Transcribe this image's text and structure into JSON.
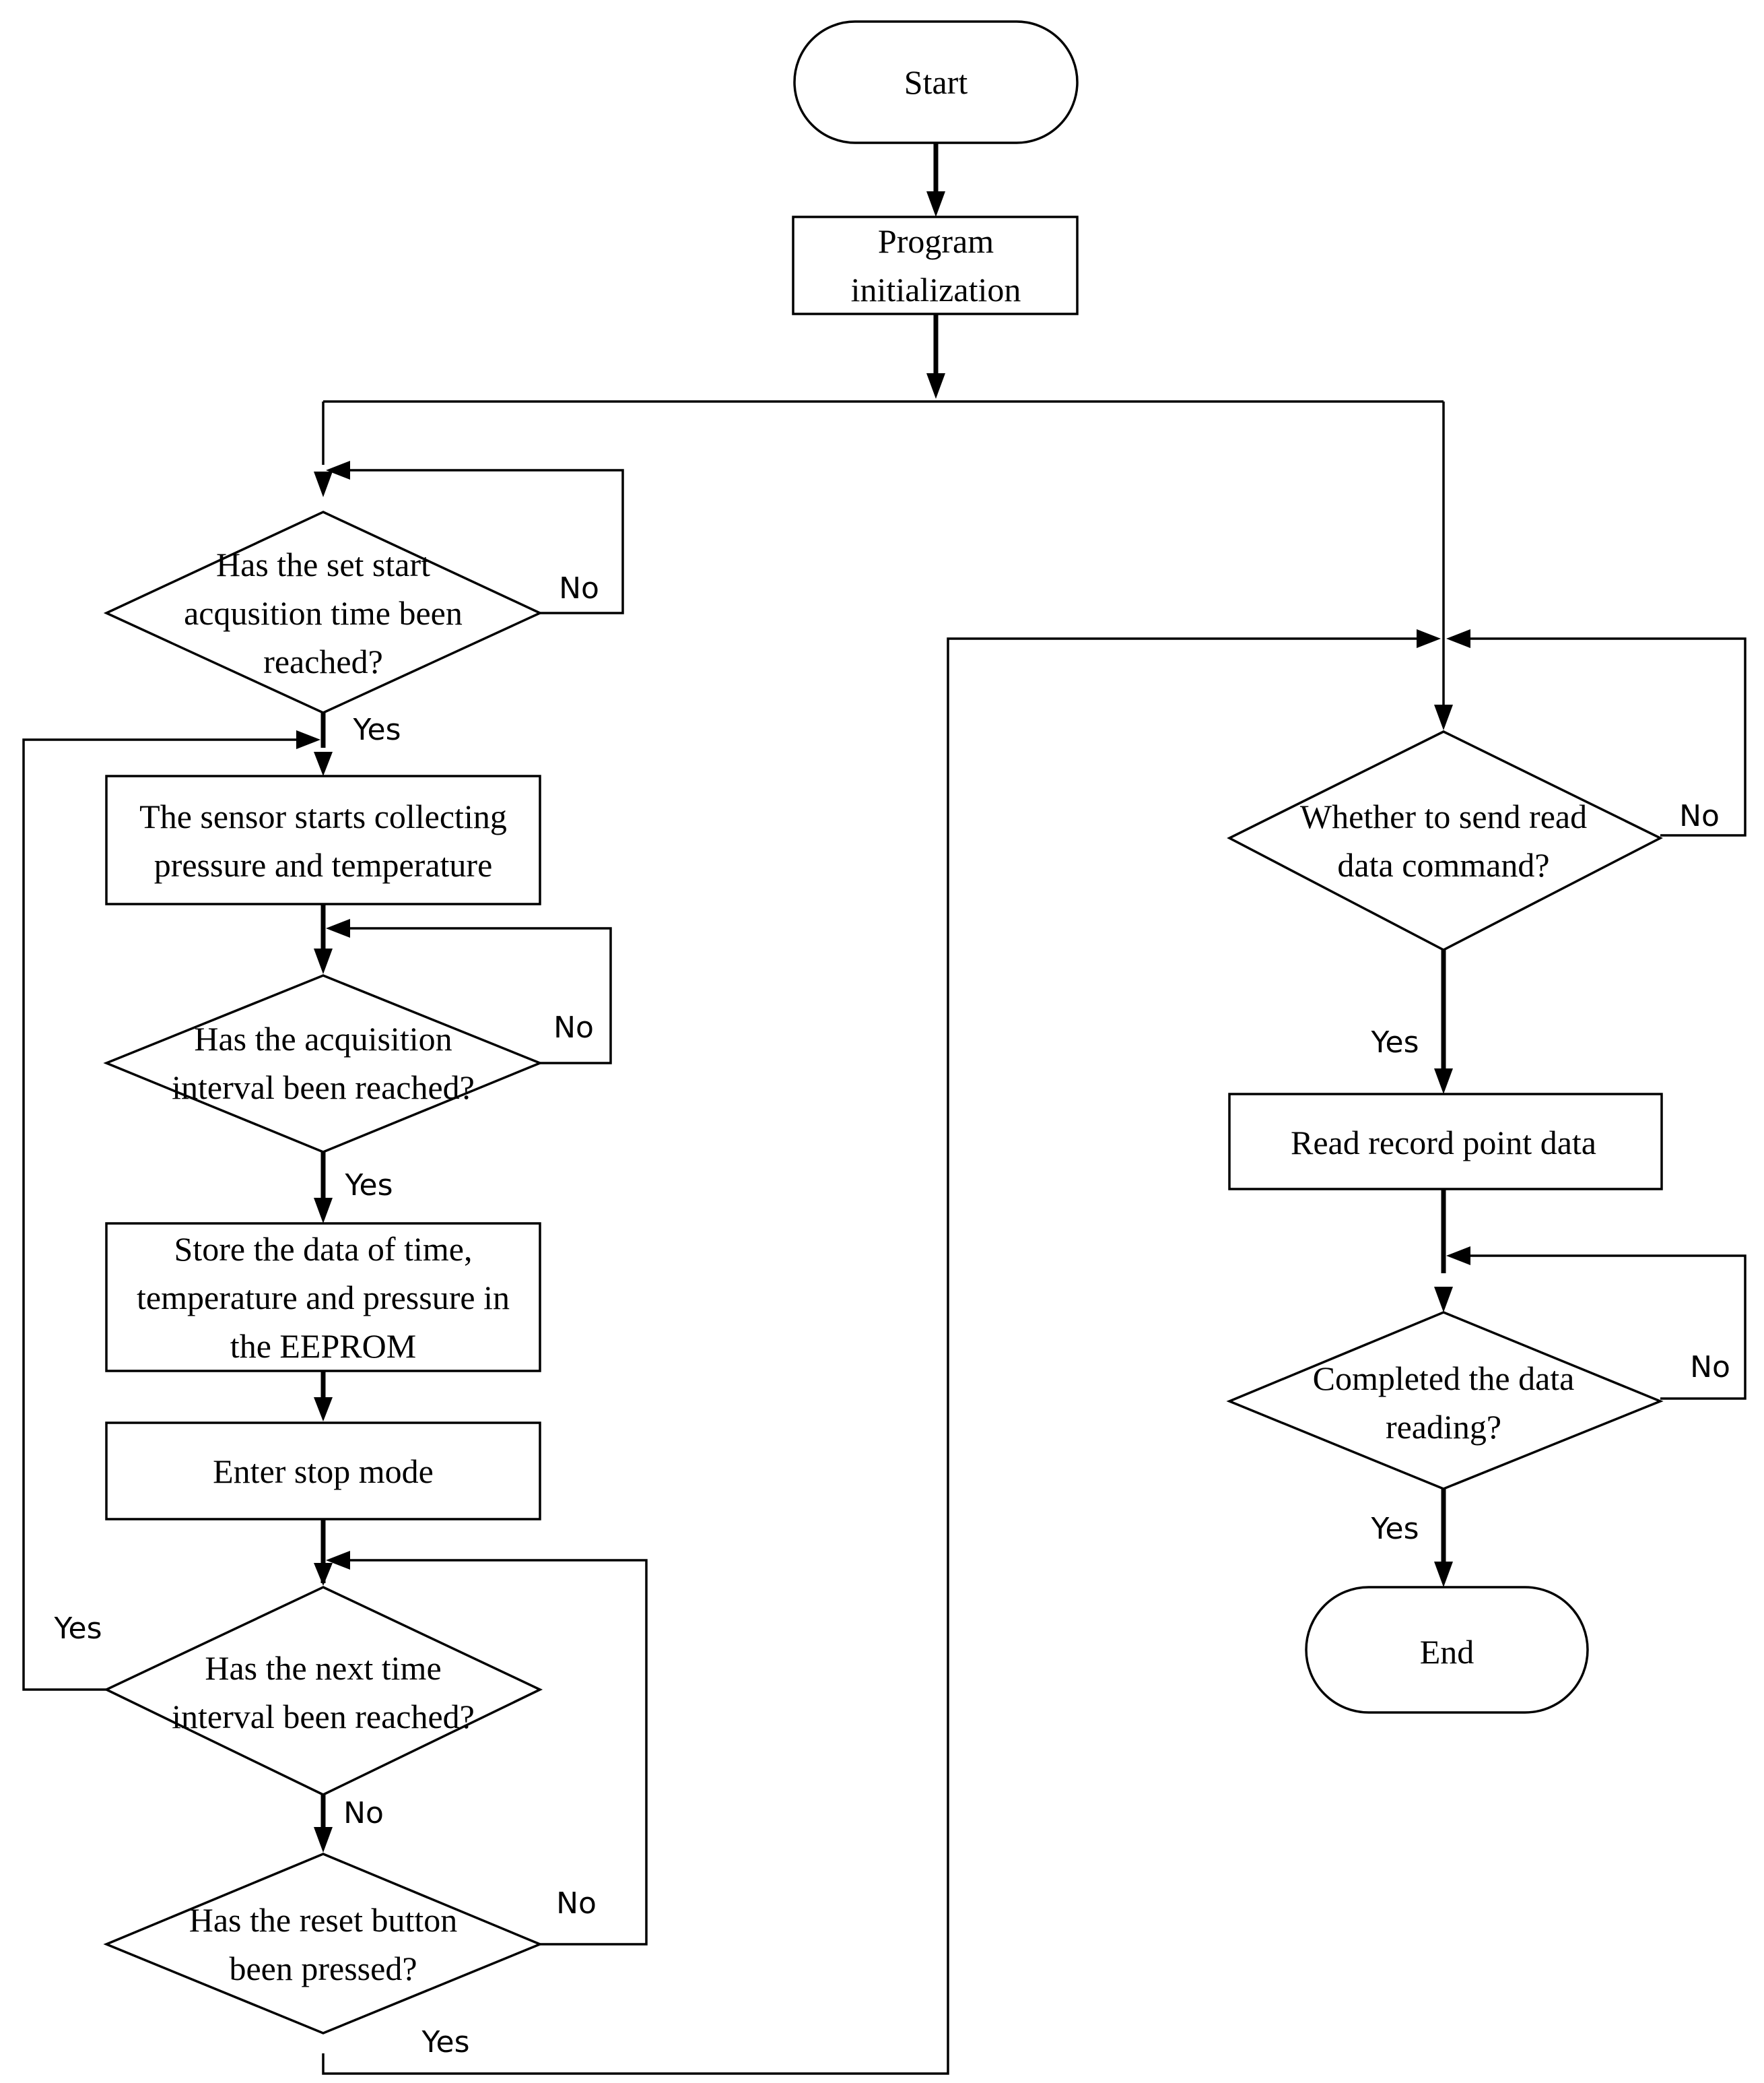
{
  "nodes": {
    "start": {
      "text": [
        "Start"
      ]
    },
    "init": {
      "text": [
        "Program",
        "initialization"
      ]
    },
    "d_start_time": {
      "text": [
        "Has the set start",
        "acqusition time been",
        "reached?"
      ]
    },
    "sensor": {
      "text": [
        "The sensor starts collecting",
        "pressure and temperature"
      ]
    },
    "d_interval": {
      "text": [
        "Has the acquisition",
        "interval been reached?"
      ]
    },
    "store": {
      "text": [
        "Store the data of time,",
        "temperature and pressure  in",
        "the EEPROM"
      ]
    },
    "stop": {
      "text": [
        "Enter stop mode"
      ]
    },
    "d_next": {
      "text": [
        "Has the next time",
        "interval been reached?"
      ]
    },
    "d_reset": {
      "text": [
        "Has the reset button",
        "been pressed?"
      ]
    },
    "d_send": {
      "text": [
        "Whether to send read",
        "data command?"
      ]
    },
    "read": {
      "text": [
        "Read record point data"
      ]
    },
    "d_complete": {
      "text": [
        "Completed the data",
        "reading?"
      ]
    },
    "end": {
      "text": [
        "End"
      ]
    }
  },
  "edge_labels": {
    "start_time_no": "No",
    "start_time_yes": "Yes",
    "interval_no": "No",
    "interval_yes": "Yes",
    "next_yes": "Yes",
    "next_no": "No",
    "reset_no": "No",
    "reset_yes": "Yes",
    "send_no": "No",
    "send_yes": "Yes",
    "complete_no": "No",
    "complete_yes": "Yes"
  }
}
